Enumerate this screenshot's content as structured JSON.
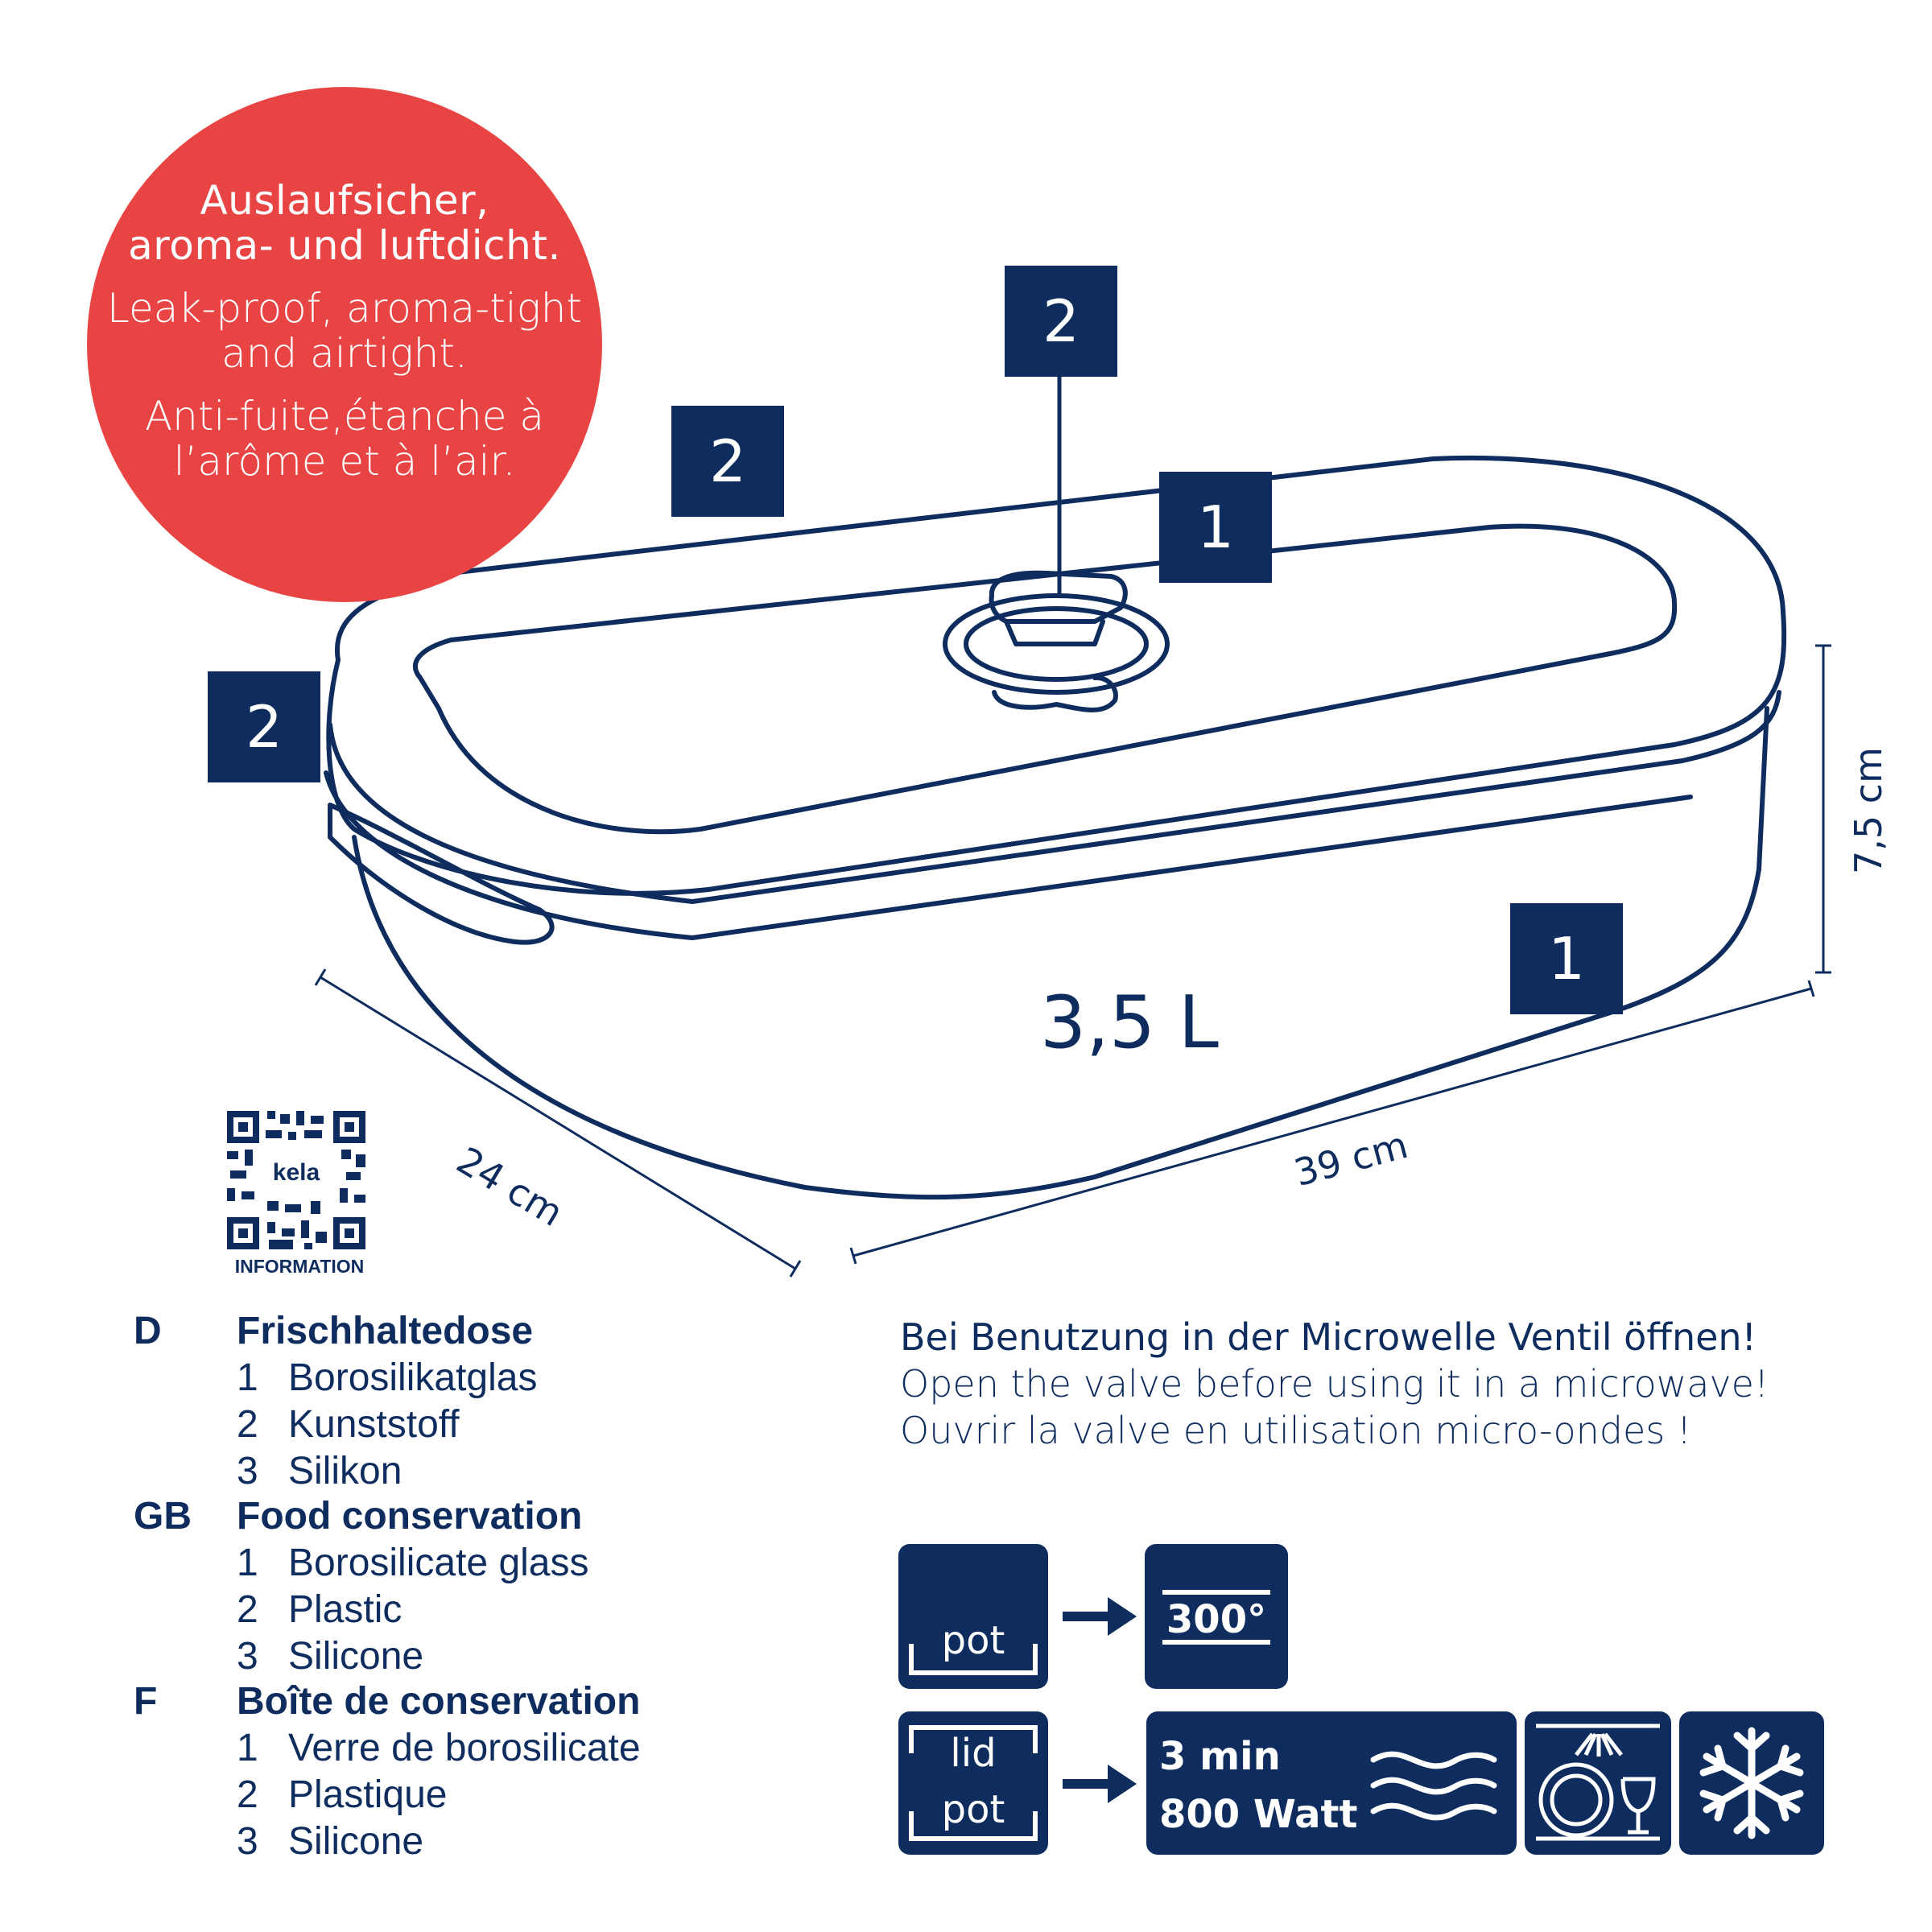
{
  "badge": {
    "de_line1": "Auslaufsicher,",
    "de_line2": "aroma- und luftdicht.",
    "en_line1": "Leak-proof, aroma-tight",
    "en_line2": "and airtight.",
    "fr_line1": "Anti-fuite,étanche à",
    "fr_line2": "l’arôme et à l’air."
  },
  "callouts": {
    "valve_top": "2",
    "lid_left": "2",
    "seal_left": "2",
    "lid_glass": "1",
    "base_glass": "1"
  },
  "product": {
    "volume": "3,5 L",
    "depth": "24 cm",
    "width": "39 cm",
    "height": "7,5 cm"
  },
  "qr": {
    "brand": "kela",
    "caption": "INFORMATION"
  },
  "legend": [
    {
      "code": "D",
      "title": "Frischhaltedose",
      "items": [
        {
          "num": "1",
          "label": "Borosilikatglas"
        },
        {
          "num": "2",
          "label": "Kunststoff"
        },
        {
          "num": "3",
          "label": "Silikon"
        }
      ]
    },
    {
      "code": "GB",
      "title": "Food conservation",
      "items": [
        {
          "num": "1",
          "label": "Borosilicate glass"
        },
        {
          "num": "2",
          "label": "Plastic"
        },
        {
          "num": "3",
          "label": "Silicone"
        }
      ]
    },
    {
      "code": "F",
      "title": "Boîte de conservation",
      "items": [
        {
          "num": "1",
          "label": "Verre de borosilicate"
        },
        {
          "num": "2",
          "label": "Plastique"
        },
        {
          "num": "3",
          "label": "Silicone"
        }
      ]
    }
  ],
  "microwave_note": {
    "de": "Bei Benutzung in der Microwelle Ventil öffnen!",
    "en": "Open the valve before using it in a microwave!",
    "fr": "Ouvrir la valve en utilisation  micro-ondes !"
  },
  "icons": {
    "pot_label": "pot",
    "lid_label": "lid",
    "pot_label_2": "pot",
    "oven_temp": "300°",
    "microwave_time": "3 min",
    "microwave_power": "800 Watt",
    "oven_icon": "oven-icon",
    "microwave_icon": "microwave-waves-icon",
    "dishwasher_icon": "dishwasher-icon",
    "freezer_icon": "snowflake-icon"
  },
  "colors": {
    "navy": "#0e2d5e",
    "badge_red": "#e84444",
    "white": "#ffffff"
  }
}
